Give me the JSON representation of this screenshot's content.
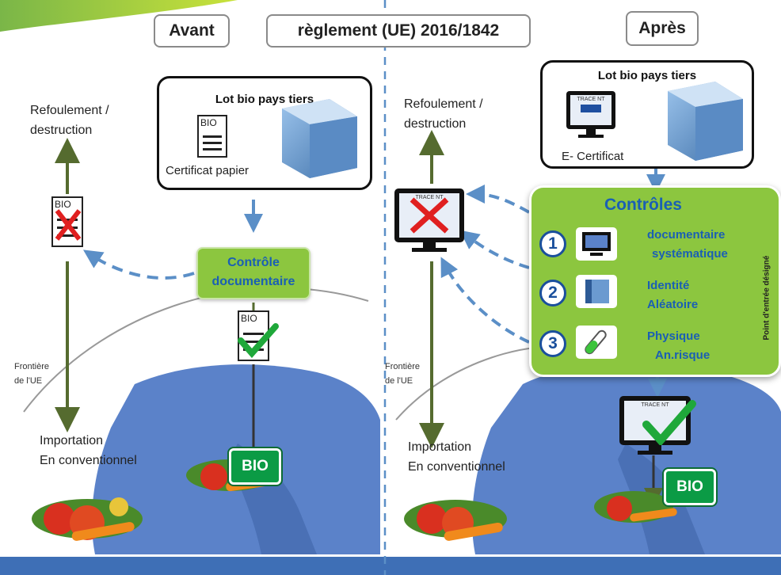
{
  "header": {
    "before_label": "Avant",
    "regulation_label": "règlement (UE)  2016/1842",
    "after_label": "Après"
  },
  "left": {
    "lot_title": "Lot bio pays tiers",
    "doc_label": "BIO",
    "paper_certificate_label": "Certificat papier",
    "rejection_label_line1": "Refoulement /",
    "rejection_label_line2": "destruction",
    "rejected_doc_label": "BIO",
    "control_line1": "Contrôle",
    "control_line2": "documentaire",
    "validated_doc_label": "BIO",
    "border_line1": "Frontière",
    "border_line2": "de l'UE",
    "import_line1": "Importation",
    "import_line2": "En conventionnel",
    "bio_badge": "BIO"
  },
  "right": {
    "lot_title": "Lot bio pays tiers",
    "screen_label": "TRACE NT",
    "ecertificate_label": "E- Certificat",
    "rejection_label_line1": "Refoulement /",
    "rejection_label_line2": "destruction",
    "rejected_screen_label": "TRACE NT",
    "controls_title": "Contrôles",
    "controls": [
      {
        "number": "1",
        "line1": "documentaire",
        "line2": "systématique"
      },
      {
        "number": "2",
        "line1": "Identité",
        "line2": "Aléatoire"
      },
      {
        "number": "3",
        "line1": "Physique",
        "line2": "An.risque"
      }
    ],
    "entry_point_label": "Point d'entrée désigné",
    "border_line1": "Frontière",
    "border_line2": "de l'UE",
    "import_line1": "Importation",
    "import_line2": "En conventionnel",
    "validated_screen_label": "TRACE NT",
    "bio_badge": "BIO"
  },
  "colors": {
    "green": "#8cc63f",
    "dark_green_arrow": "#556b2f",
    "blue_text": "#1a5fb4",
    "dashed_arrow": "#5b8fc7",
    "map": "#5b82c9",
    "bio_badge": "#0b9b45"
  },
  "icons": [
    "document-icon",
    "container-icon",
    "computer-screen-icon",
    "red-cross-icon",
    "green-checkmark-icon",
    "test-tube-icon",
    "vegetables-image",
    "europe-map-image"
  ]
}
